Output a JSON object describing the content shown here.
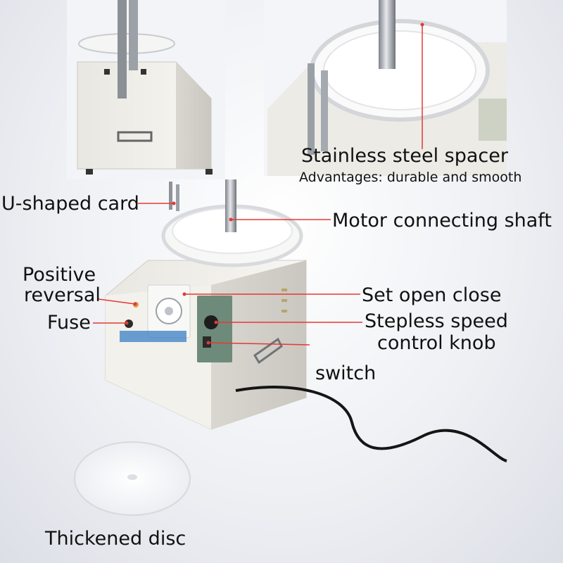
{
  "labels": {
    "spacer_title": "Stainless steel spacer",
    "spacer_sub": "Advantages: durable and smooth",
    "u_card": "U-shaped card",
    "motor_shaft": "Motor connecting shaft",
    "positive": "Positive",
    "reversal": "reversal",
    "set_open": "Set open close",
    "fuse": "Fuse",
    "stepless_1": "Stepless speed",
    "stepless_2": "control knob",
    "switch": "switch",
    "disc": "Thickened disc"
  },
  "colors": {
    "leader": "#e53935",
    "label_text": "#111111"
  }
}
